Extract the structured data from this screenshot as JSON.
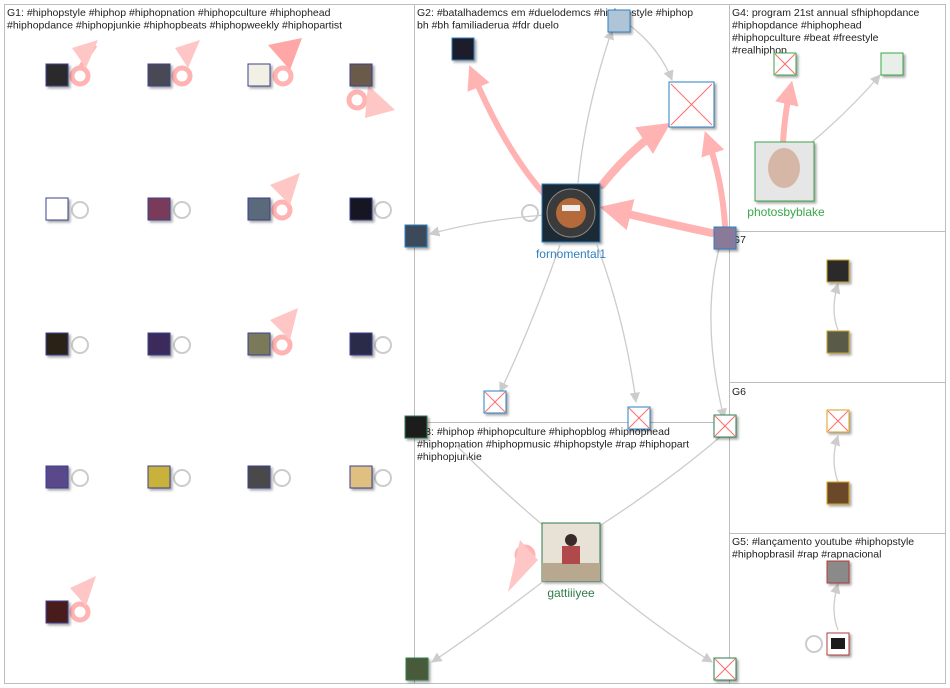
{
  "colors": {
    "border": "#bdbdbd",
    "thin_edge": "#cccccc",
    "thick_edge": "#ffb3b3",
    "self_loop": "#ff9a9a",
    "g1": "#3b3f8f",
    "g2": "#2f7fbf",
    "g3": "#2e7d4a",
    "g4": "#3aa648",
    "g5": "#b33a3a",
    "g6": "#d9a21a",
    "g7": "#c9a12b",
    "missing_x": "#ff6b6b"
  },
  "groups": [
    {
      "id": "g1",
      "label_lines": [
        "G1: #hiphopstyle #hiphop #hiphopnation #hiphopculture #hiphophead",
        "#hiphopdance #hiphopjunkie #hiphopbeats #hiphopweekly #hiphopartist"
      ]
    },
    {
      "id": "g2",
      "label_lines": [
        "G2: #batalhademcs em #duelodemcs #hiphopstyle #hiphop",
        "bh #bh familiaderua #fdr duelo"
      ]
    },
    {
      "id": "g3",
      "label_lines": [
        "G3: #hiphop #hiphopculture #hiphopblog #hiphophead",
        "#hiphopnation #hiphopmusic #hiphopstyle #rap #hiphopart",
        "#hiphopjunkie"
      ]
    },
    {
      "id": "g4",
      "label_lines": [
        "G4: program 21st annual sfhiphopdance",
        "#hiphopdance #hiphophead",
        "#hiphopculture #beat #freestyle",
        "#realhiphop"
      ]
    },
    {
      "id": "g5",
      "label_lines": [
        "G5: #lançamento youtube #hiphopstyle",
        "#hiphopbrasil #rap #rapnacional"
      ]
    },
    {
      "id": "g6",
      "label_lines": [
        "G6"
      ]
    },
    {
      "id": "g7",
      "label_lines": [
        "G7"
      ]
    }
  ],
  "named_nodes": [
    {
      "id": "fornomental1",
      "label": "fornomental1"
    },
    {
      "id": "gattiiiyee",
      "label": "gattiiiyee"
    },
    {
      "id": "photosbyblake",
      "label": "photosbyblake"
    }
  ],
  "icons": {
    "missing_image": "missing-image-icon",
    "avatar": "avatar-icon"
  }
}
